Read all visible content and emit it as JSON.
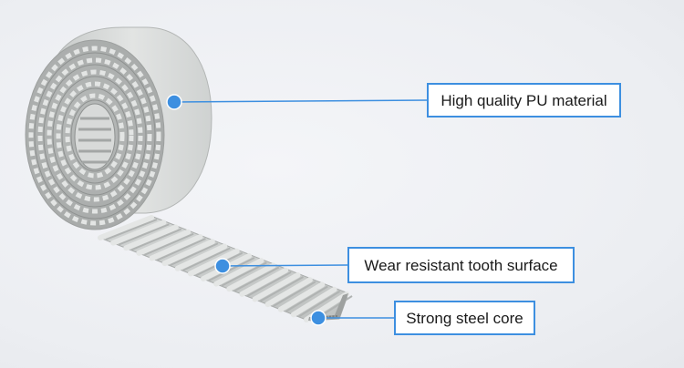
{
  "callouts": {
    "pu_material": "High quality PU material",
    "tooth_surface": "Wear resistant tooth surface",
    "steel_core": "Strong steel core"
  },
  "colors": {
    "accent": "#3d8fe0",
    "belt": "#d6d8d7",
    "belt_shadow": "#b9bcbb",
    "background": "#eeeff3"
  }
}
